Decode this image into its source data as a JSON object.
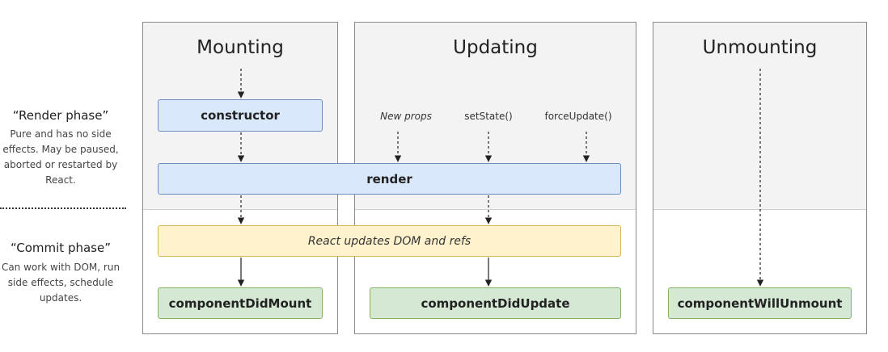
{
  "phases": {
    "render": {
      "title": "“Render phase”",
      "description": "Pure and has no side effects. May be paused, aborted or restarted by React."
    },
    "commit": {
      "title": "“Commit phase”",
      "description": "Can work with DOM, run side effects, schedule updates."
    }
  },
  "columns": {
    "mounting": "Mounting",
    "updating": "Updating",
    "unmounting": "Unmounting"
  },
  "triggers": {
    "new_props": "New props",
    "set_state": "setState()",
    "force_update": "forceUpdate()"
  },
  "boxes": {
    "constructor": "constructor",
    "render": "render",
    "react_updates": "React updates DOM and refs",
    "did_mount": "componentDidMount",
    "did_update": "componentDidUpdate",
    "will_unmount": "componentWillUnmount"
  },
  "colors": {
    "render_fill": "#dae8fc",
    "render_stroke": "#6c8ebf",
    "commit_fill": "#fff2cc",
    "commit_stroke": "#d6b656",
    "lifecycle_fill": "#d5e8d4",
    "lifecycle_stroke": "#82b366"
  }
}
